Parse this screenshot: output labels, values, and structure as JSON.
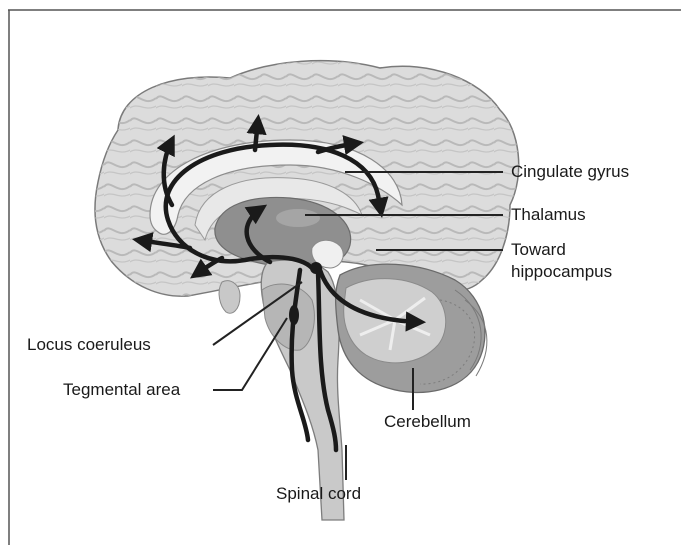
{
  "labels": {
    "cingulate_gyrus": "Cingulate gyrus",
    "thalamus": "Thalamus",
    "toward_hippocampus_line1": "Toward",
    "toward_hippocampus_line2": "hippocampus",
    "locus_coeruleus": "Locus coeruleus",
    "tegmental_area": "Tegmental area",
    "cerebellum": "Cerebellum",
    "spinal_cord": "Spinal cord"
  },
  "colors": {
    "frame": "#555555",
    "cortex": "#d9d9d9",
    "cortex_dark": "#a9a9a9",
    "midbrain": "#8a8a8a",
    "brainstem": "#c4c4c4",
    "pathway": "#1a1a1a",
    "leader": "#222222",
    "cerebellum": "#9a9a9a"
  },
  "icons": {
    "pathway_arrowhead": "arrowhead-icon"
  }
}
